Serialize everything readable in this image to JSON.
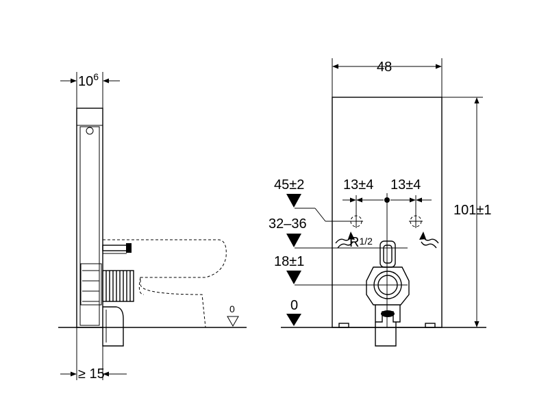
{
  "side_view": {
    "depth_label": "10",
    "depth_superscript": "6",
    "floor_label": "0",
    "min_distance_label": "≥ 15"
  },
  "front_view": {
    "width_label": "48",
    "height_label": "101±1",
    "water_height_label": "45±2",
    "left_offset_label": "13±4",
    "right_offset_label": "13±4",
    "pipe_range_label": "32–36",
    "thread_label": "R",
    "thread_fraction": "1/2",
    "drain_height_label": "18±1",
    "floor_label": "0"
  }
}
